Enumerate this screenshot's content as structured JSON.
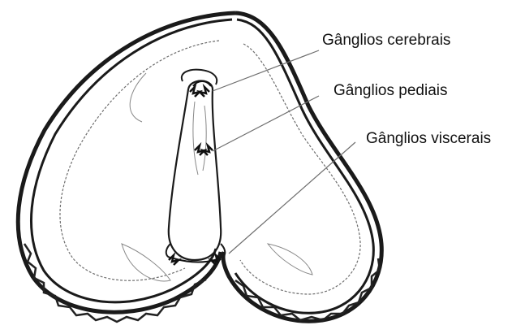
{
  "labels": {
    "cerebral": "Gânglios cerebrais",
    "pedal": "Gânglios pediais",
    "visceral": "Gânglios viscerais"
  },
  "colors": {
    "ink": "#111111",
    "shell_edge": "#2a2a2a",
    "faint_line": "#6e6e6e"
  }
}
